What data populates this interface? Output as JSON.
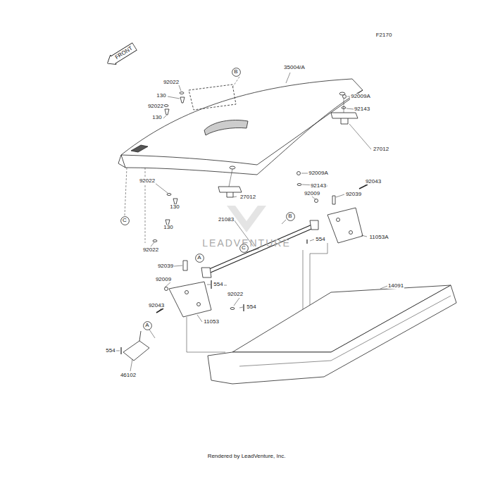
{
  "diagram": {
    "nodes": [
      {
        "text": [
          "FRONT"
        ]
      },
      {
        "text": [
          "B"
        ]
      },
      {
        "text": [
          "B"
        ]
      },
      {
        "text": [
          "C"
        ]
      },
      {
        "text": [
          "C"
        ]
      },
      {
        "text": [
          "A"
        ]
      },
      {
        "text": [
          "A"
        ]
      }
    ],
    "labels": [
      "F2170",
      "35004/A",
      "92009A",
      "92143",
      "92022",
      "130",
      "92022",
      "130",
      "27012",
      "92009A",
      "92143",
      "92022",
      "27012",
      "92043",
      "92009",
      "92039",
      "130",
      "21083",
      "130",
      "554",
      "11053A",
      "LEADVENTURE",
      "92022",
      "92039",
      "92009",
      "554",
      "14091",
      "92022",
      "92043",
      "554",
      "11053",
      "554",
      "46102",
      "Rendered by LeadVenture, Inc."
    ]
  }
}
